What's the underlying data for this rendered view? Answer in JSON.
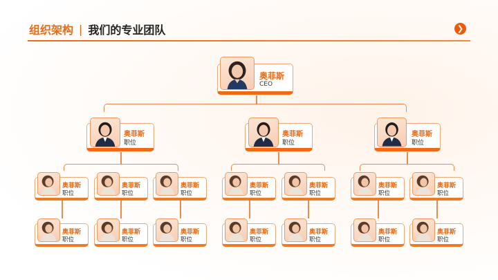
{
  "header": {
    "title_main": "组织架构",
    "separator": "|",
    "title_sub": "我们的专业团队",
    "next_icon": "chevron-right-icon"
  },
  "colors": {
    "accent": "#ec6a14",
    "line": "#ee8a4a",
    "text": "#222222"
  },
  "org": {
    "ceo": {
      "name": "奥菲斯",
      "role": "CEO"
    },
    "managers": [
      {
        "name": "奥菲斯",
        "role": "职位"
      },
      {
        "name": "奥菲斯",
        "role": "职位"
      },
      {
        "name": "奥菲斯",
        "role": "职位"
      }
    ],
    "staff_row1": [
      {
        "name": "奥菲斯",
        "role": "职位"
      },
      {
        "name": "奥菲斯",
        "role": "职位"
      },
      {
        "name": "奥菲斯",
        "role": "职位"
      },
      {
        "name": "奥菲斯",
        "role": "职位"
      },
      {
        "name": "奥菲斯",
        "role": "职位"
      },
      {
        "name": "奥菲斯",
        "role": "职位"
      },
      {
        "name": "奥菲斯",
        "role": "职位"
      }
    ],
    "staff_row2": [
      {
        "name": "奥菲斯",
        "role": "职位"
      },
      {
        "name": "奥菲斯",
        "role": "职位"
      },
      {
        "name": "奥菲斯",
        "role": "职位"
      },
      {
        "name": "奥菲斯",
        "role": "职位"
      },
      {
        "name": "奥菲斯",
        "role": "职位"
      },
      {
        "name": "奥菲斯",
        "role": "职位"
      },
      {
        "name": "奥菲斯",
        "role": "职位"
      }
    ]
  }
}
